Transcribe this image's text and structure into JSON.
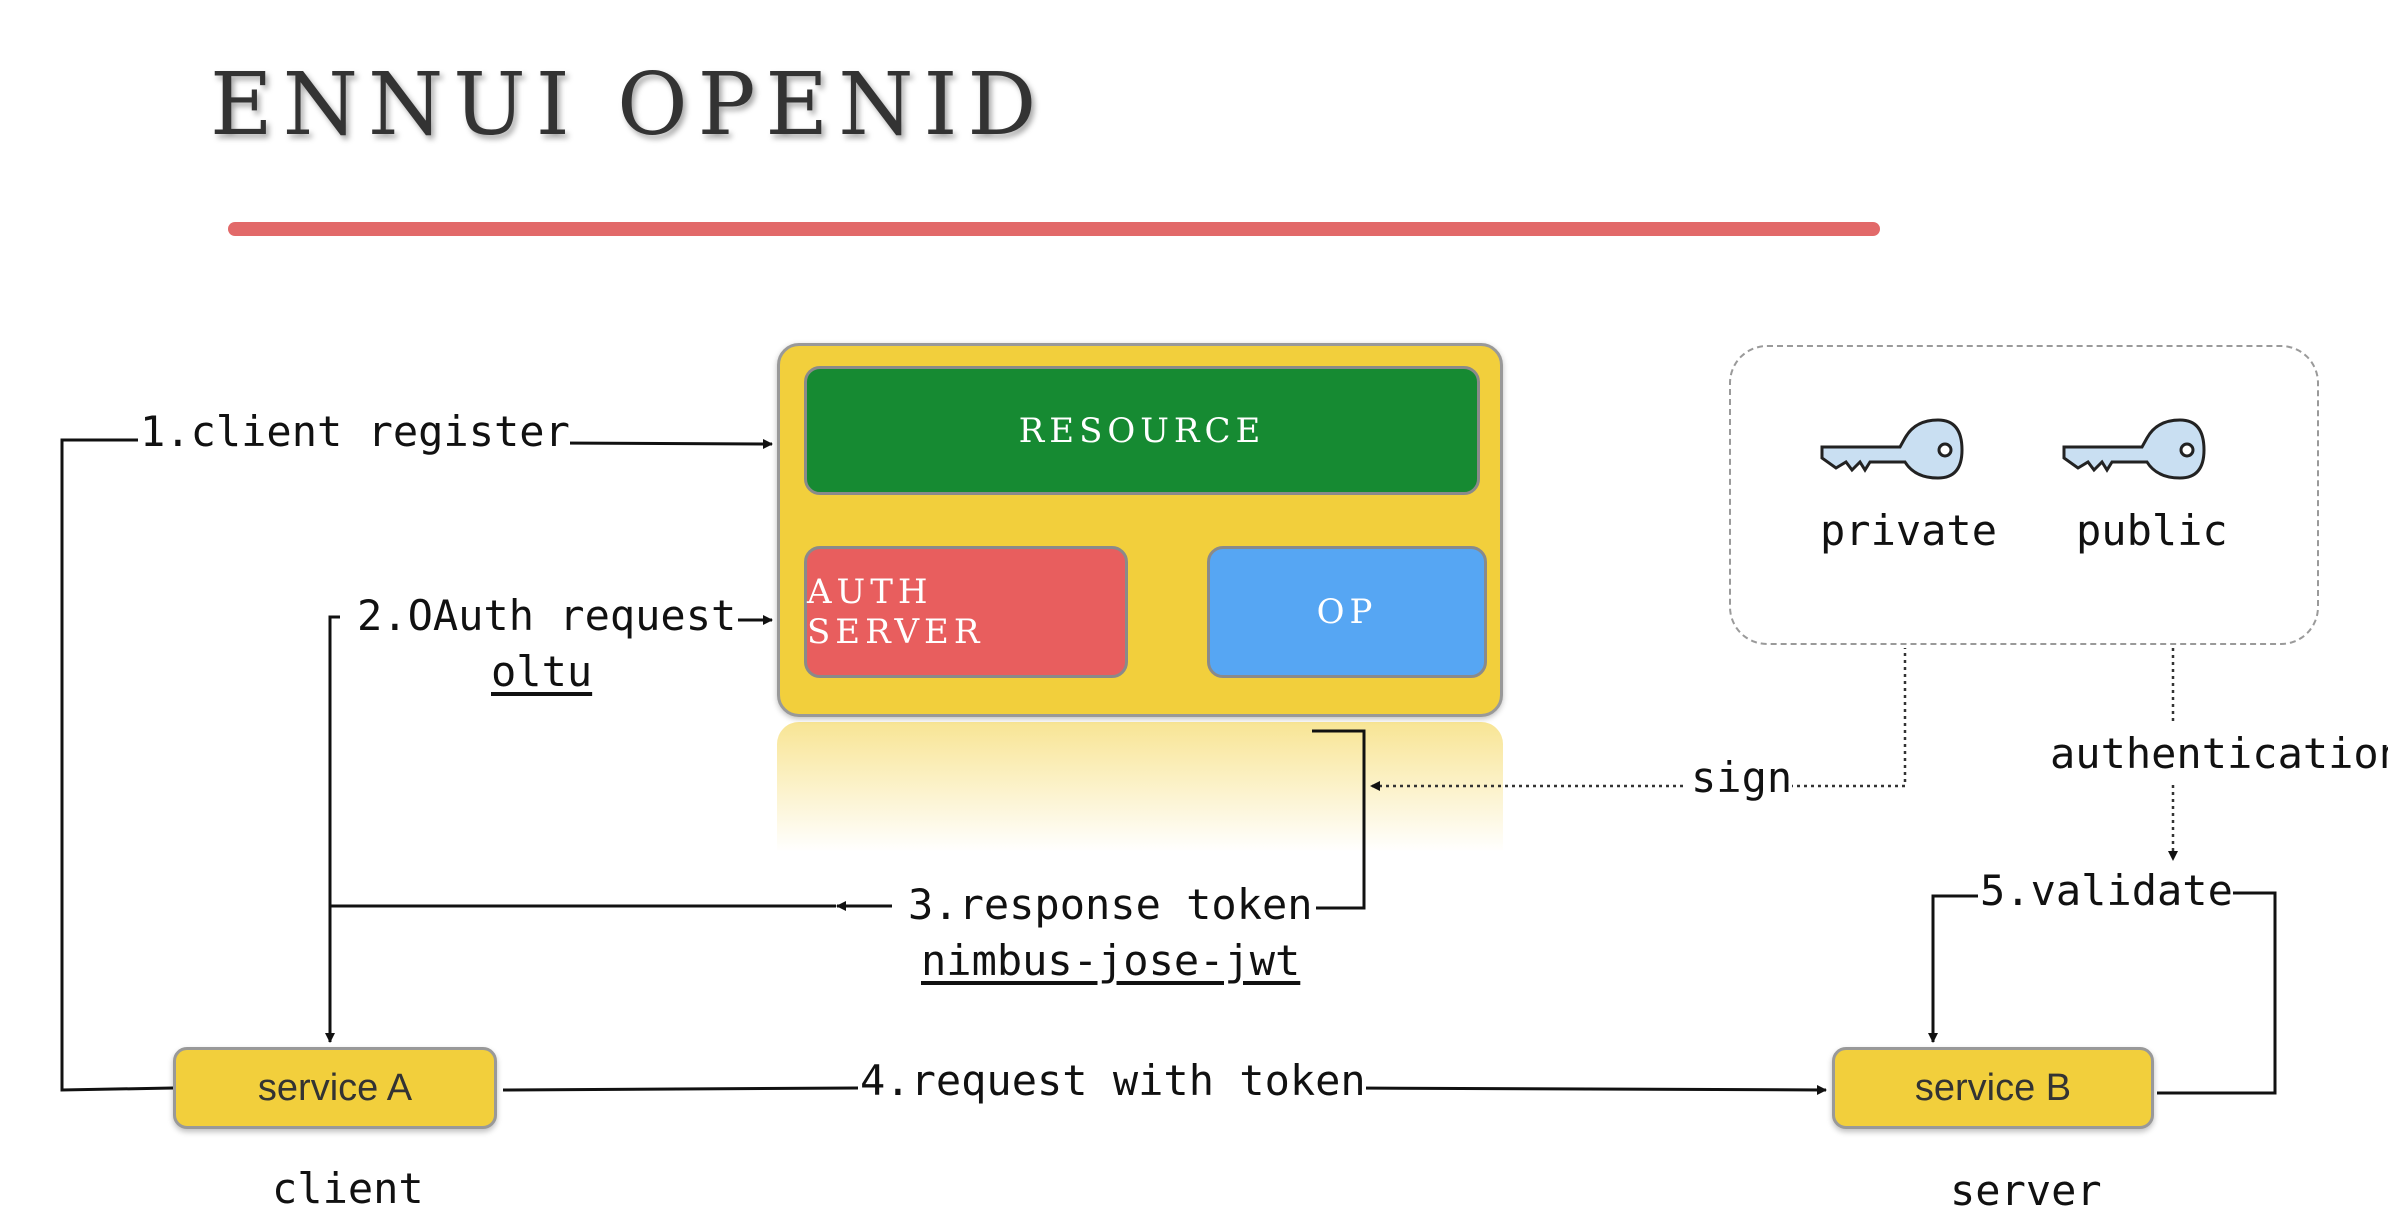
{
  "title": "ENNUI OPENID",
  "boxes": {
    "resource": "RESOURCE",
    "auth_server": "AUTH SERVER",
    "op": "OP"
  },
  "keys": {
    "private": "private",
    "public": "public"
  },
  "services": {
    "a": "service A",
    "b": "service B"
  },
  "roles": {
    "client": "client",
    "server": "server"
  },
  "steps": {
    "s1": "1.client register",
    "s2": "2.OAuth request",
    "s2_lib": "oltu",
    "s3": "3.response token",
    "s3_lib": "nimbus-jose-jwt",
    "s4": "4.request with token",
    "s5": "5.validate",
    "sign": "sign",
    "authentication": "authentication"
  },
  "colors": {
    "accent_yellow": "#f2cf3c",
    "resource_green": "#168a32",
    "auth_red": "#e85e5e",
    "op_blue": "#56a6f3",
    "title_underline": "#e05c5c",
    "key_blue": "#c9dff2"
  }
}
